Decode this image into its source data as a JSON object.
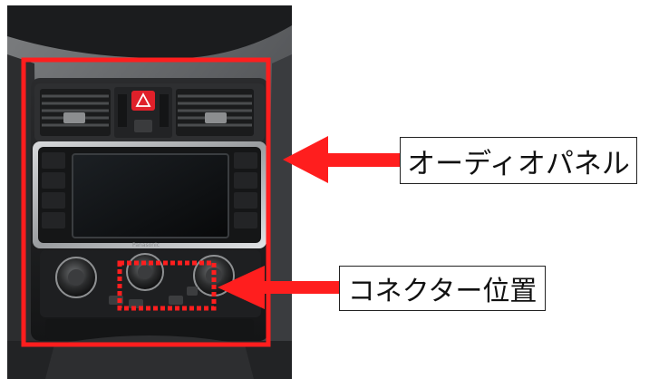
{
  "labels": {
    "audio_panel": "オーディオパネル",
    "connector_position": "コネクター位置"
  },
  "device": {
    "brand_text": "Panasonic"
  },
  "colors": {
    "highlight": "#ff1e1e",
    "callout_text": "#111111",
    "hazard": "#e0202a"
  }
}
